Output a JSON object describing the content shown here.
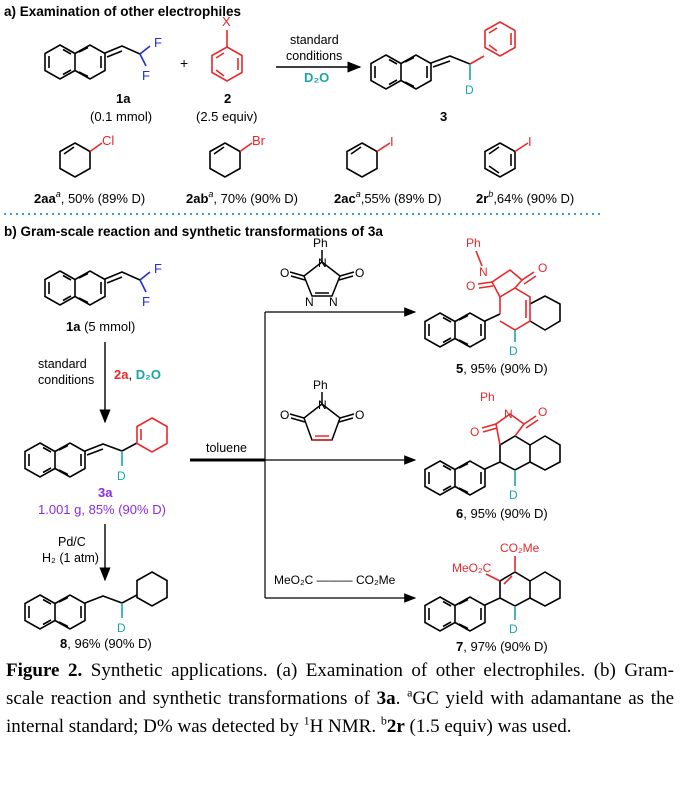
{
  "section_a": {
    "title": "a) Examination of other electrophiles",
    "reagent_label_1a": "1a",
    "reagent_amt_1a": "(0.1 mmol)",
    "plus": "+",
    "reagent_label_2": "2",
    "reagent_amt_2": "(2.5 equiv)",
    "arrow_top_1": "standard",
    "arrow_top_2": "conditions",
    "arrow_d2o": "D₂O",
    "product_label": "3",
    "atom_F": "F",
    "atom_X": "X",
    "atom_D": "D",
    "electrophiles": [
      {
        "atom": "Cl",
        "code": "2aa",
        "sup": "a",
        "result": ", 50% (89% D)"
      },
      {
        "atom": "Br",
        "code": "2ab",
        "sup": "a",
        "result": ", 70% (90% D)"
      },
      {
        "atom": "I",
        "code": "2ac",
        "sup": "a",
        "result": ",55% (89% D)"
      },
      {
        "atom": "I",
        "code": "2r",
        "sup": "b",
        "result": ",64% (90% D)"
      }
    ]
  },
  "section_b": {
    "title": "b) Gram-scale reaction and synthetic transformations of 3a",
    "start_label": "1a",
    "start_amt": " (5 mmol)",
    "step1_text_1": "standard",
    "step1_text_2": "conditions",
    "step1_reagent": "2a",
    "step1_sep": ", ",
    "step1_d2o": "D₂O",
    "mid_label": "3a",
    "mid_yield": "1.001 g, 85% (90% D)",
    "hyd_1": "Pd/C",
    "hyd_2": "H₂ (1 atm)",
    "hyd_product_label": "8",
    "hyd_product_yield": ", 96% (90% D)",
    "solvent": "toluene",
    "ph": "Ph",
    "atom_O": "O",
    "atom_N": "N",
    "atom_D": "D",
    "dmad": "MeO₂C ——— CO₂Me",
    "co2me": "CO₂Me",
    "meo2c": "MeO₂C",
    "products": [
      {
        "label": "5",
        "yield": ", 95% (90% D)"
      },
      {
        "label": "6",
        "yield": ", 95% (90% D)"
      },
      {
        "label": "7",
        "yield": ", 97% (90% D)"
      }
    ]
  },
  "caption": {
    "lead": "Figure 2.",
    "text_1": " Synthetic applications. (a) Examination of other electrophiles. (b) Gram-scale reaction and synthetic transformations of ",
    "bold_3a": "3a",
    "text_2": ".",
    "foot_a_sup": "a",
    "foot_a": "GC yield with adamantane as the internal standard; D% was detected by ",
    "foot_1h_sup": "1",
    "foot_1h": "H NMR. ",
    "foot_b_sup": "b",
    "foot_2r": "2r",
    "foot_b": " (1.5 equiv) was used."
  },
  "colors": {
    "red": "#e8282b",
    "blue": "#1f2fd0",
    "teal": "#1aa5a8",
    "purple": "#8a2be2",
    "dots": "#3a9fc9"
  }
}
